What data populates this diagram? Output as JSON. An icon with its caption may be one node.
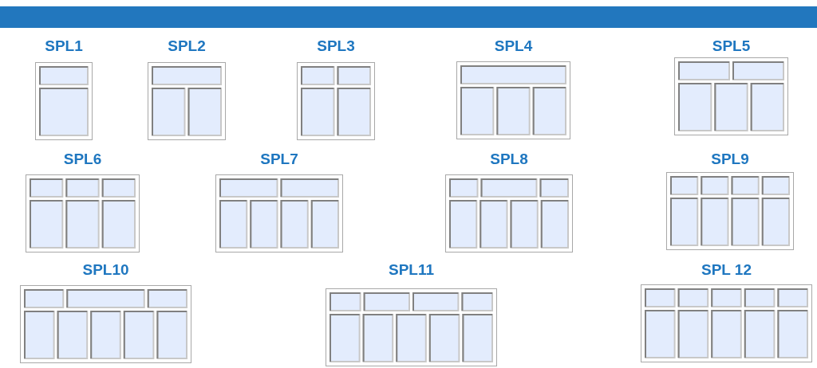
{
  "diagram": {
    "nodes": [
      {
        "text": [
          "SPL1"
        ]
      },
      {
        "text": [
          "SPL2"
        ]
      },
      {
        "text": [
          "SPL3"
        ]
      },
      {
        "text": [
          "SPL4"
        ]
      },
      {
        "text": [
          "SPL5"
        ]
      },
      {
        "text": [
          "SPL6"
        ]
      },
      {
        "text": [
          "SPL7"
        ]
      },
      {
        "text": [
          "SPL8"
        ]
      },
      {
        "text": [
          "SPL9"
        ]
      },
      {
        "text": [
          "SPL10"
        ]
      },
      {
        "text": [
          "SPL11"
        ]
      },
      {
        "text": [
          "SPL 12"
        ]
      }
    ]
  }
}
